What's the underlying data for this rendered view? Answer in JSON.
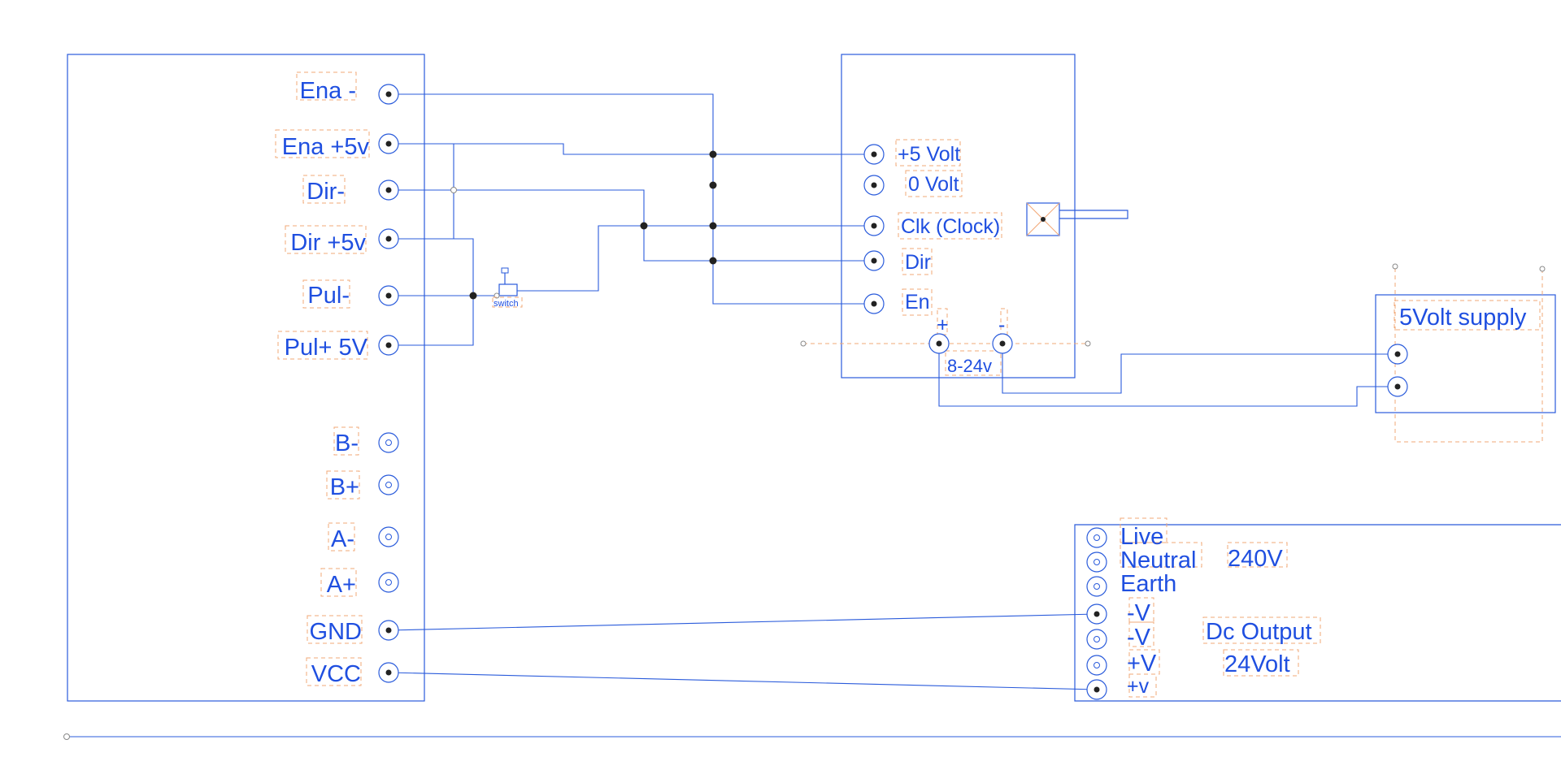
{
  "driver": {
    "terminals": [
      {
        "id": "ena-minus",
        "label": "Ena -"
      },
      {
        "id": "ena-plus",
        "label": "Ena +5v"
      },
      {
        "id": "dir-minus",
        "label": "Dir-"
      },
      {
        "id": "dir-plus",
        "label": "Dir +5v"
      },
      {
        "id": "pul-minus",
        "label": "Pul-"
      },
      {
        "id": "pul-plus",
        "label": "Pul+ 5V"
      },
      {
        "id": "b-minus",
        "label": "B-"
      },
      {
        "id": "b-plus",
        "label": "B+"
      },
      {
        "id": "a-minus",
        "label": "A-"
      },
      {
        "id": "a-plus",
        "label": "A+"
      },
      {
        "id": "gnd",
        "label": "GND"
      },
      {
        "id": "vcc",
        "label": "VCC"
      }
    ]
  },
  "switch": {
    "label": "switch"
  },
  "controller": {
    "terminals": [
      {
        "id": "plus5",
        "label": "+5 Volt"
      },
      {
        "id": "zero",
        "label": "0 Volt"
      },
      {
        "id": "clk",
        "label": "Clk (Clock)"
      },
      {
        "id": "dir",
        "label": "Dir"
      },
      {
        "id": "en",
        "label": "En"
      }
    ],
    "power_plus": "+",
    "power_minus": "-",
    "power_range": "8-24v"
  },
  "supply5v": {
    "label": "5Volt supply"
  },
  "psu": {
    "terminals": [
      {
        "id": "live",
        "label": "Live"
      },
      {
        "id": "neutral",
        "label": "Neutral"
      },
      {
        "id": "earth",
        "label": "Earth"
      },
      {
        "id": "v-minus-1",
        "label": "-V"
      },
      {
        "id": "v-minus-2",
        "label": "-V"
      },
      {
        "id": "v-plus-1",
        "label": "+V"
      },
      {
        "id": "v-plus-2",
        "label": "+v"
      }
    ],
    "ac_label": "240V",
    "dc_label": "Dc Output",
    "dc_voltage": "24Volt"
  }
}
